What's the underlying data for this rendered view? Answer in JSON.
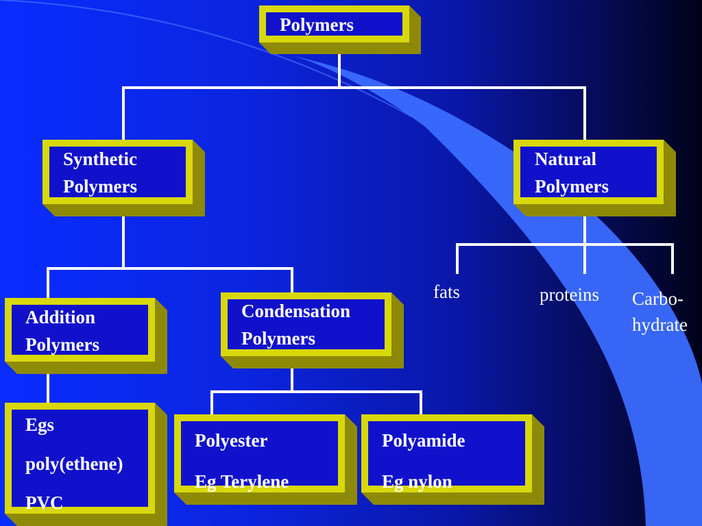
{
  "colors": {
    "frame_light": "#d8d80a",
    "frame_dark": "#8e8a08",
    "box_fill": "#1111cc",
    "connector": "#ffffff",
    "swoosh": "#3a6cff"
  },
  "nodes": {
    "polymers": {
      "lines": [
        "Polymers"
      ]
    },
    "synthetic": {
      "lines": [
        "Synthetic",
        "Polymers"
      ]
    },
    "natural": {
      "lines": [
        "Natural",
        "Polymers"
      ]
    },
    "addition": {
      "lines": [
        "Addition",
        "Polymers"
      ]
    },
    "condensation": {
      "lines": [
        "Condensation",
        "Polymers"
      ]
    },
    "egs": {
      "lines": [
        "Egs",
        "poly(ethene)",
        "PVC"
      ]
    },
    "polyester": {
      "lines": [
        "Polyester",
        "Eg Terylene"
      ]
    },
    "polyamide": {
      "lines": [
        "Polyamide",
        "Eg nylon"
      ]
    }
  },
  "natural_examples": {
    "fats": "fats",
    "proteins": "proteins",
    "carbo_1": "Carbo-",
    "carbo_2": "hydrate"
  }
}
